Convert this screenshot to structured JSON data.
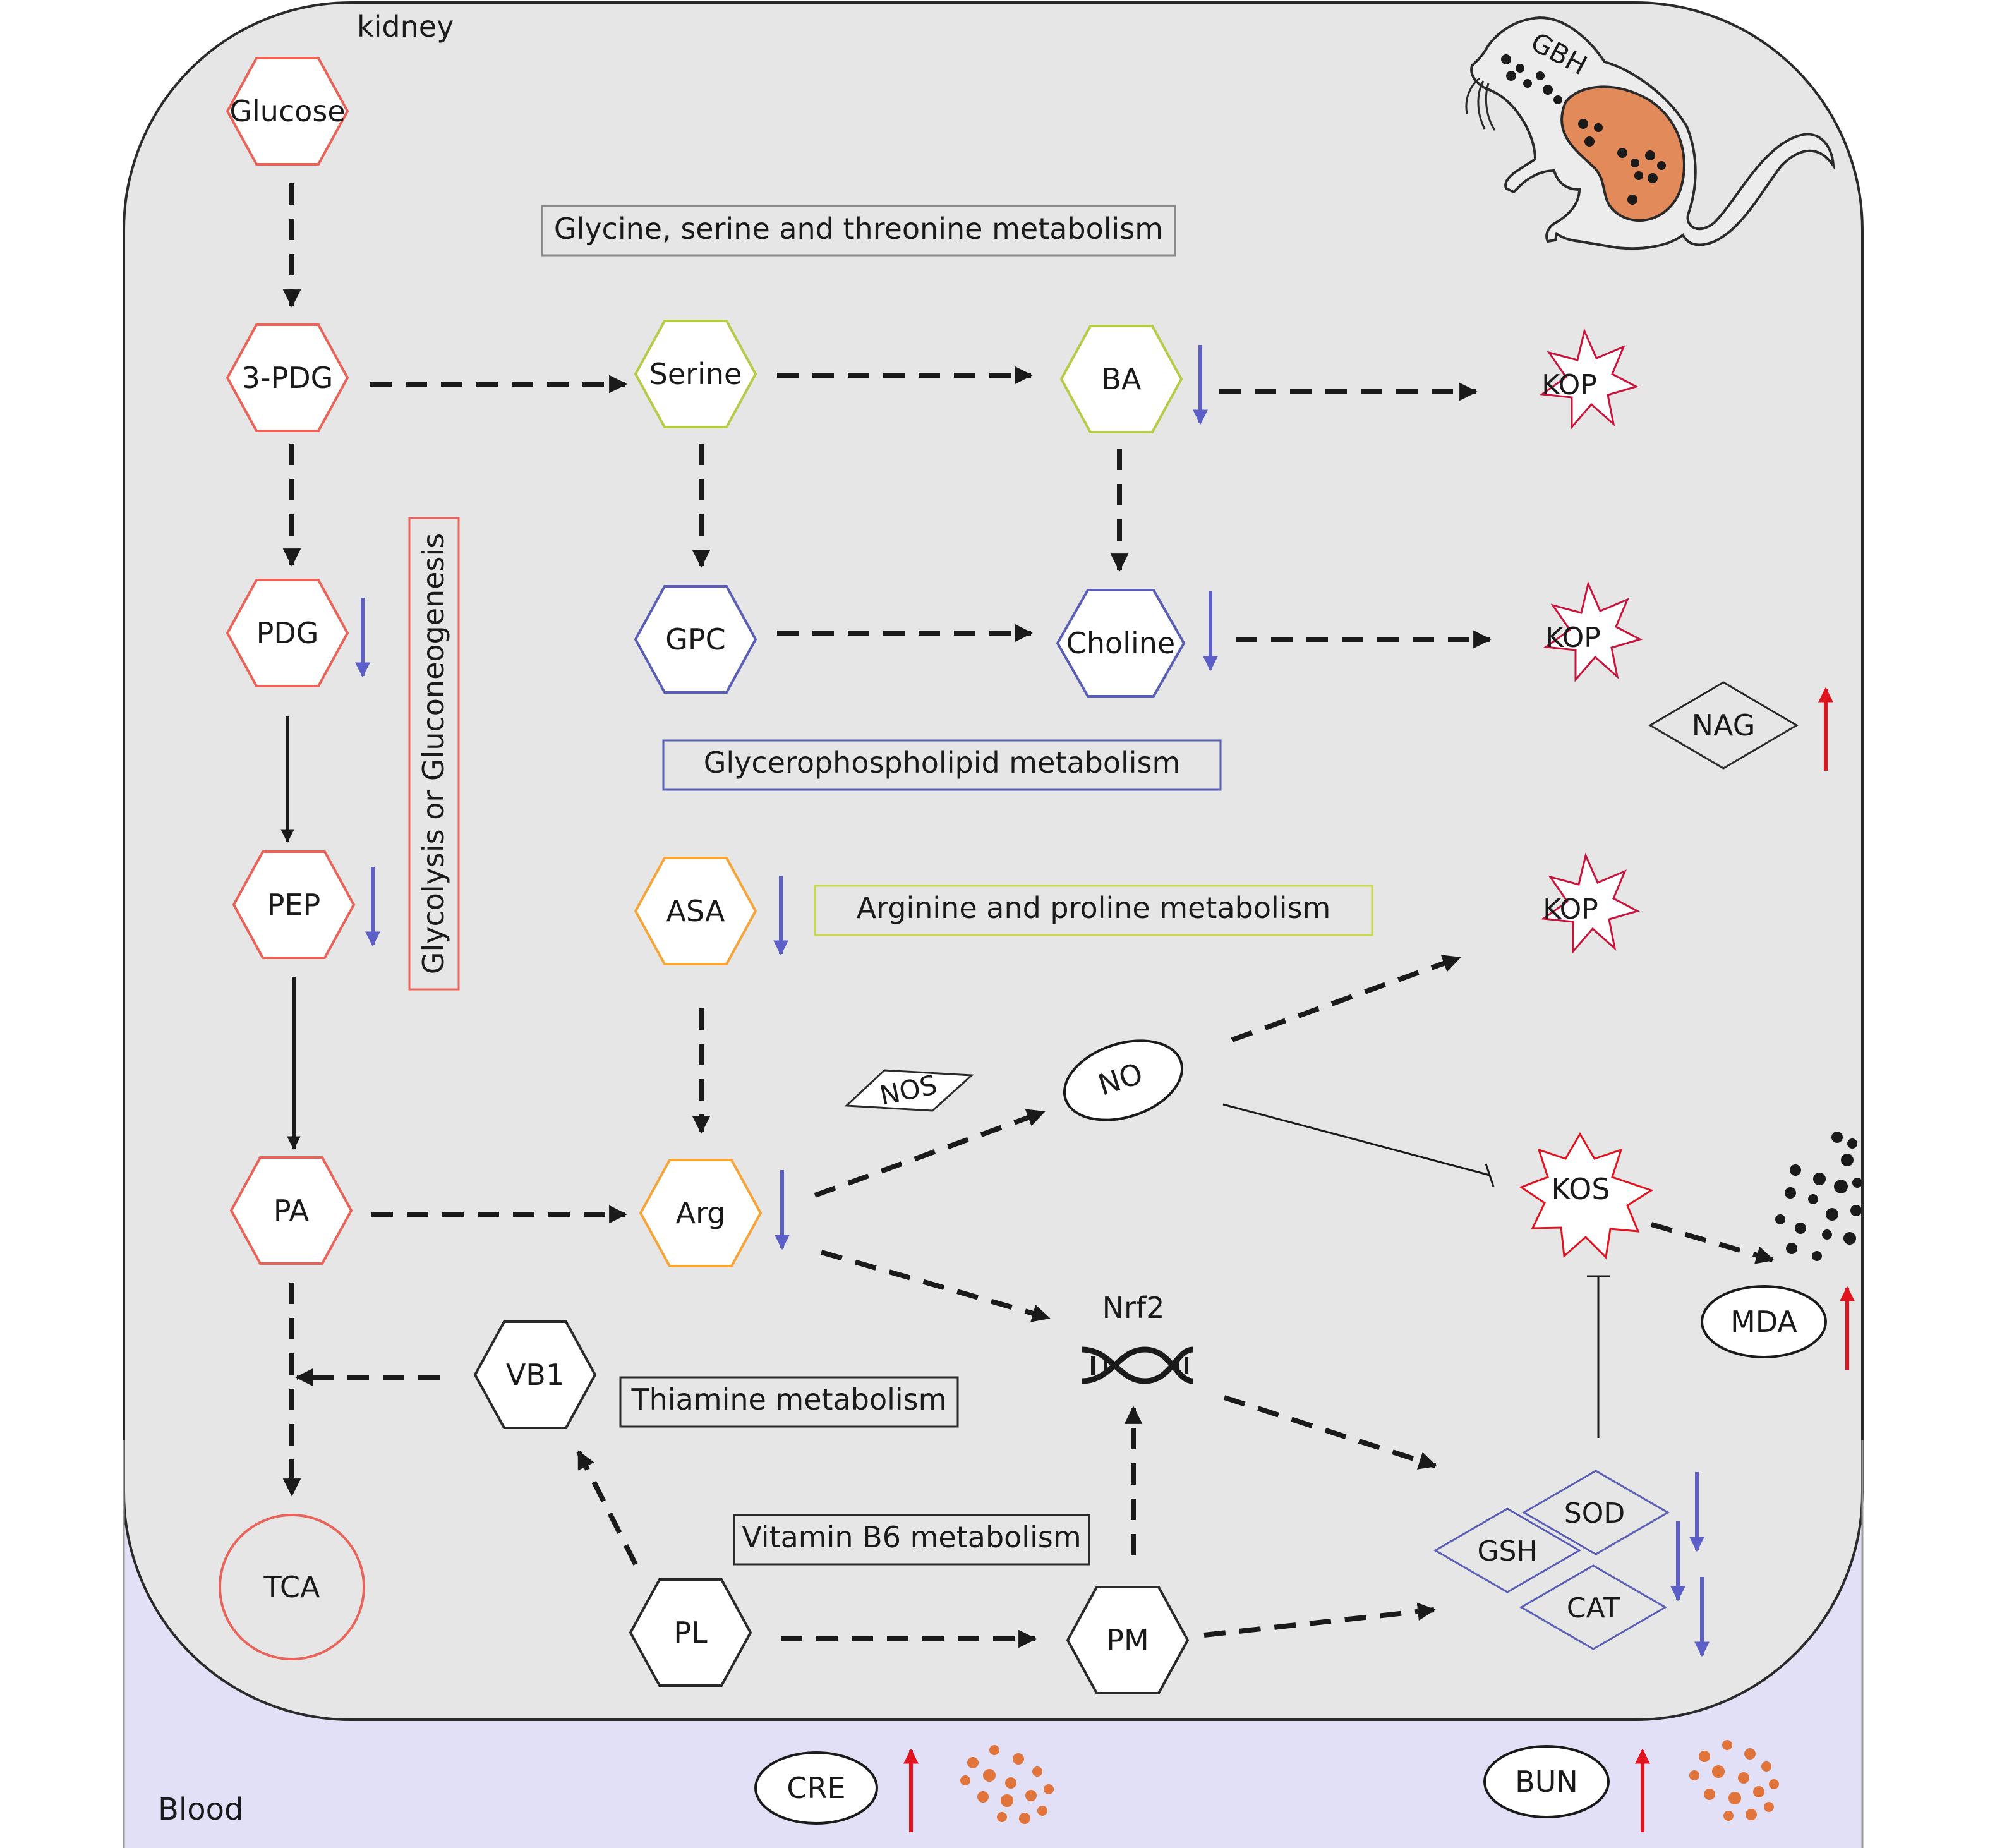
{
  "regions": {
    "kidney": "kidney",
    "blood": "Blood"
  },
  "pathways": {
    "glycine": "Glycine, serine and threonine metabolism",
    "glycero": "Glycerophospholipid metabolism",
    "glycolysis": "Glycolysis or Gluconeogenesis",
    "arginine": "Arginine and proline metabolism",
    "thiamine": "Thiamine metabolism",
    "vitb6": "Vitamin B6 metabolism"
  },
  "metabolites": {
    "glucose": "Glucose",
    "pdg3": "3-PDG",
    "pdg": "PDG",
    "pep": "PEP",
    "pa": "PA",
    "tca": "TCA",
    "serine": "Serine",
    "gpc": "GPC",
    "ba": "BA",
    "choline": "Choline",
    "asa": "ASA",
    "arg": "Arg",
    "vb1": "VB1",
    "pl": "PL",
    "pm": "PM",
    "no": "NO",
    "nos": "NOS",
    "nrf2": "Nrf2"
  },
  "markers": {
    "kop": "KOP",
    "kos": "KOS",
    "nag": "NAG",
    "mda": "MDA",
    "sod": "SOD",
    "gsh": "GSH",
    "cat": "CAT",
    "cre": "CRE",
    "bun": "BUN",
    "gbh": "GBH"
  },
  "colors": {
    "down_arrow": "#5b5fc7",
    "up_arrow": "#e0141e",
    "glycolysis_border": "#e8645a",
    "amino_border": "#b5cc4a",
    "arginine_border": "#f5a53a",
    "lipid_border": "#5a5fb5",
    "kop_border": "#c8143c",
    "kidney_bg": "#e6e6e6",
    "blood_bg": "#e2e0f6",
    "kidney_organ": "#e28a5a",
    "particle": "#e0743a"
  },
  "changes": {
    "decreased": [
      "BA",
      "PDG",
      "PEP",
      "Choline",
      "ASA",
      "Arg",
      "SOD",
      "GSH",
      "CAT"
    ],
    "increased": [
      "NAG",
      "MDA",
      "CRE",
      "BUN"
    ]
  }
}
